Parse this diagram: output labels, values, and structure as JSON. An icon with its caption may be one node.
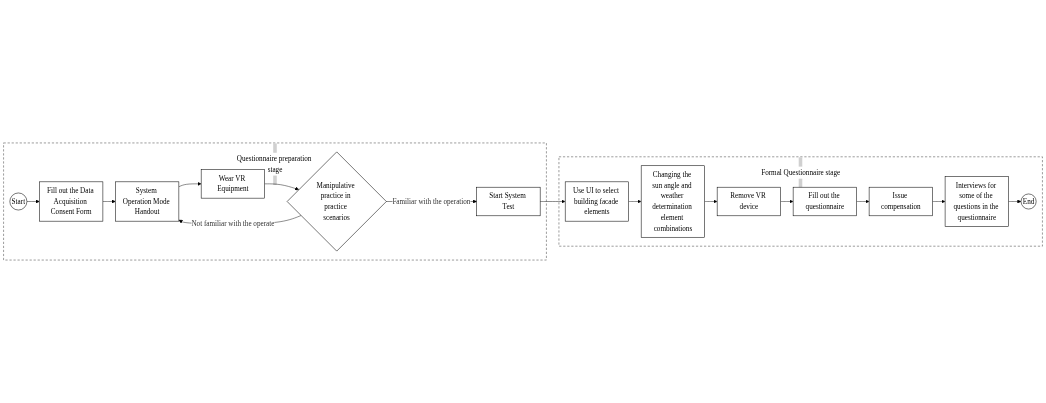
{
  "diagram": {
    "nodes": [
      {
        "text": [
          "Questionnaire preparation stage"
        ]
      },
      {
        "text": [
          "Start"
        ],
        "in": 0
      },
      {
        "text": [
          "Fill out the Data Acquisition Consent Form"
        ],
        "in": 0
      },
      {
        "text": [
          "System Operation Mode Handout"
        ],
        "in": 0
      },
      {
        "text": [
          "Wear VR Equipment"
        ],
        "in": 0
      },
      {
        "text": [
          "Manipulative practice in practice scenarios"
        ],
        "in": 0
      },
      {
        "text": [
          "Start System Test"
        ],
        "in": 0
      },
      {
        "text": [
          "Formal Questionnaire stage"
        ]
      },
      {
        "text": [
          "End"
        ],
        "in": 7
      },
      {
        "text": [
          "Interviews for some of the questions in the questionnaire"
        ],
        "in": 7
      },
      {
        "text": [
          "Issue compensation"
        ],
        "in": 7
      },
      {
        "text": [
          "Fill out the questionnaire"
        ],
        "in": 7
      },
      {
        "text": [
          "Remove VR device"
        ],
        "in": 7
      },
      {
        "text": [
          "Changing the sun angle and weather determination element combinations"
        ],
        "in": 7
      },
      {
        "text": [
          "Use UI to select building facade elements"
        ],
        "in": 7
      }
    ],
    "edges": [
      {
        "from": 1,
        "to": 2,
        "arrow": "to"
      },
      {
        "from": 2,
        "to": 3,
        "arrow": "to"
      },
      {
        "from": 3,
        "to": 4,
        "arrow": "to"
      },
      {
        "from": 4,
        "to": 5,
        "arrow": "to"
      },
      {
        "from": 5,
        "to": 3,
        "label": "Not familiar with the operate",
        "arrow": "to"
      },
      {
        "from": 5,
        "to": 6,
        "label": "Familiar with the operation",
        "arrow": "to"
      },
      {
        "from": 6,
        "to": 14,
        "arrow": "to"
      },
      {
        "from": 14,
        "to": 13,
        "arrow": "to"
      },
      {
        "from": 13,
        "to": 12,
        "arrow": "to"
      },
      {
        "from": 12,
        "to": 11,
        "arrow": "to"
      },
      {
        "from": 11,
        "to": 10,
        "arrow": "to"
      },
      {
        "from": 10,
        "to": 9,
        "arrow": "to"
      },
      {
        "from": 9,
        "to": 8,
        "arrow": "to"
      }
    ]
  }
}
